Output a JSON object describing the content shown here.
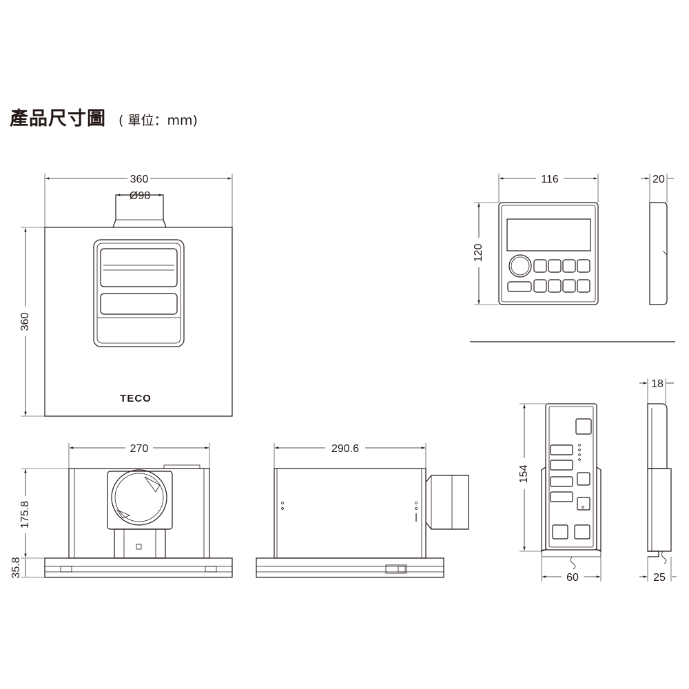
{
  "title": {
    "main": "產品尺寸圖",
    "unit": "( 單位：mm)"
  },
  "brand": {
    "logo": "TECO"
  },
  "dimensions": {
    "front_width": "360",
    "duct_diameter": "Ø98",
    "front_height": "360",
    "bottom_width": "270",
    "body_height": "175.8",
    "panel_thickness": "35.8",
    "side_length": "290.6",
    "remote_width": "116",
    "remote_height": "120",
    "remote_depth": "20",
    "holder_height": "154",
    "holder_width": "60",
    "holder_depth_top": "18",
    "holder_depth_bottom": "25"
  }
}
